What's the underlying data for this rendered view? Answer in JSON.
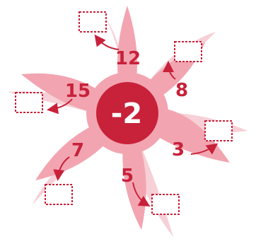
{
  "center_value": "-2",
  "petals": [
    {
      "id": "top",
      "number": "12"
    },
    {
      "id": "upper-right",
      "number": "8"
    },
    {
      "id": "right",
      "number": "3"
    },
    {
      "id": "bottom",
      "number": "5"
    },
    {
      "id": "lower-left",
      "number": "7"
    },
    {
      "id": "left",
      "number": "15"
    }
  ],
  "colors": {
    "petal_back": "#f6d0d6",
    "petal_front": "#f2a5b1",
    "center_circle": "#c8213a",
    "number": "#c8213a",
    "center_text": "#ffffff",
    "arrow": "#c8213a",
    "answer_box_border": "#c8213a",
    "answer_box_fill": "#ffffff"
  }
}
